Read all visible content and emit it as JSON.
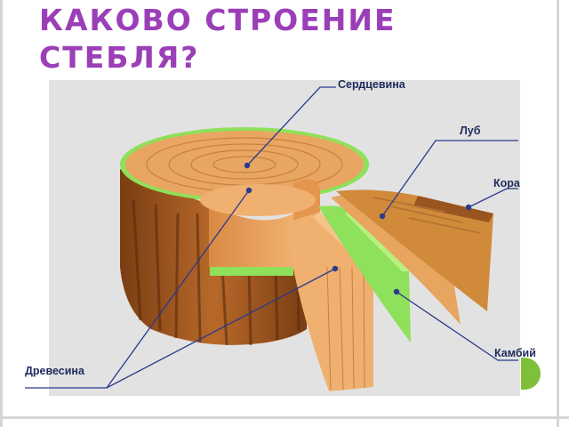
{
  "slide": {
    "title": "КАКОВО СТРОЕНИЕ СТЕБЛЯ?"
  },
  "labels": {
    "heartwood": "Сердцевина",
    "phloem": "Луб",
    "bark": "Кора",
    "cambium": "Камбий",
    "wood": "Древесина"
  },
  "colors": {
    "title": "#9b3fb8",
    "leader_line": "#2a3a8c",
    "label_text": "#1e2a5c",
    "wood": "#e8a05a",
    "cambium": "#8fe05a",
    "bark_dark": "#8a4a1c"
  }
}
